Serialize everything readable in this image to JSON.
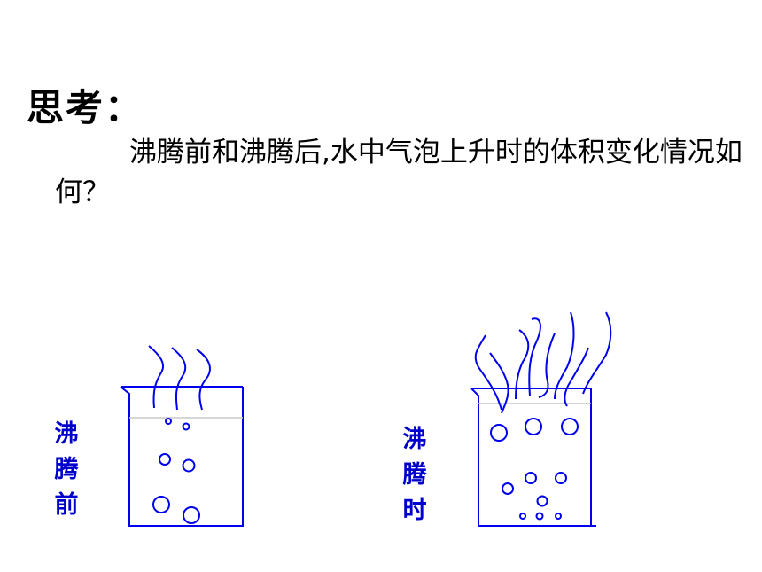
{
  "slide": {
    "title": "思考：",
    "question": "沸腾前和沸腾后,水中气泡上升时的体积变化情况如何？"
  },
  "beakers": [
    {
      "label_chars": [
        "沸",
        "腾",
        "前"
      ]
    },
    {
      "label_chars": [
        "沸",
        "腾",
        "时"
      ]
    }
  ],
  "colors": {
    "diagram": "#0000ee",
    "label": "#0000cc",
    "water_line": "#c8c8c8",
    "text": "#000000"
  }
}
